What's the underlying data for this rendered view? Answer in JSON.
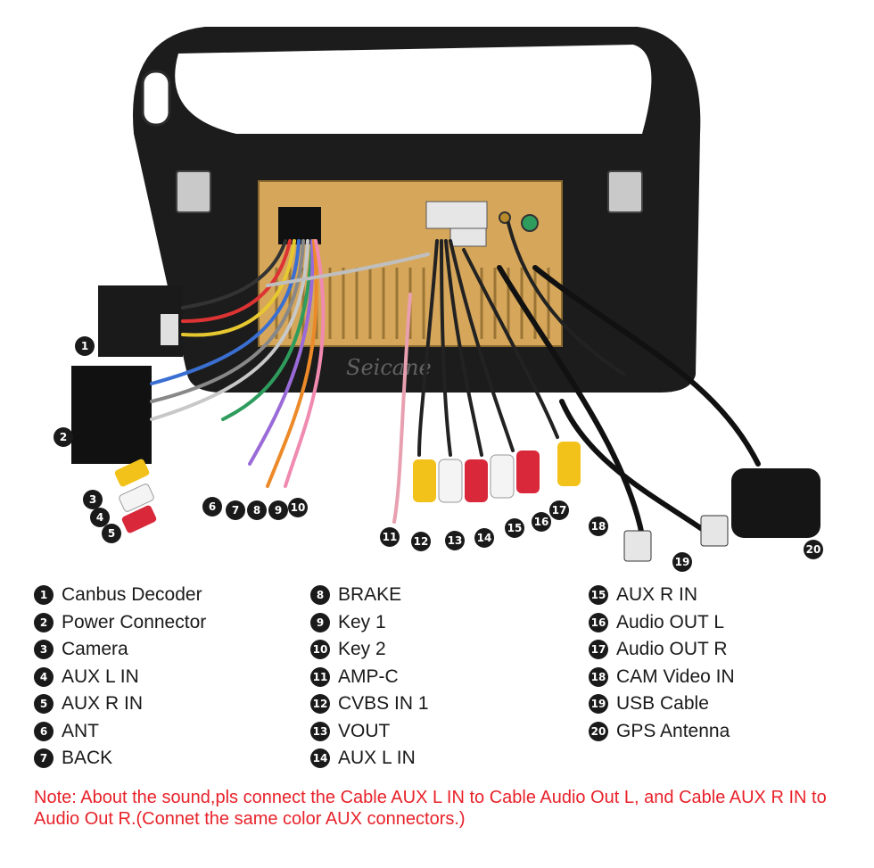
{
  "image": {
    "watermark": "Seicane",
    "callout_numbers": [
      "1",
      "2",
      "3",
      "4",
      "5",
      "6",
      "7",
      "8",
      "9",
      "10",
      "11",
      "12",
      "13",
      "14",
      "15",
      "16",
      "17",
      "18",
      "19",
      "20"
    ]
  },
  "legend": {
    "columns": [
      [
        {
          "num": "1",
          "label": "Canbus Decoder"
        },
        {
          "num": "2",
          "label": "Power Connector"
        },
        {
          "num": "3",
          "label": "Camera"
        },
        {
          "num": "4",
          "label": "AUX L IN"
        },
        {
          "num": "5",
          "label": "AUX R IN"
        },
        {
          "num": "6",
          "label": "ANT"
        },
        {
          "num": "7",
          "label": "BACK"
        }
      ],
      [
        {
          "num": "8",
          "label": "BRAKE"
        },
        {
          "num": "9",
          "label": "Key 1"
        },
        {
          "num": "10",
          "label": "Key 2"
        },
        {
          "num": "11",
          "label": "AMP-C"
        },
        {
          "num": "12",
          "label": "CVBS IN 1"
        },
        {
          "num": "13",
          "label": "VOUT"
        },
        {
          "num": "14",
          "label": "AUX L IN"
        }
      ],
      [
        {
          "num": "15",
          "label": "AUX R IN"
        },
        {
          "num": "16",
          "label": "Audio OUT L"
        },
        {
          "num": "17",
          "label": "Audio OUT R"
        },
        {
          "num": "18",
          "label": "CAM Video IN"
        },
        {
          "num": "19",
          "label": "USB Cable"
        },
        {
          "num": "20",
          "label": "GPS Antenna"
        }
      ]
    ]
  },
  "note": "Note: About the sound,pls connect the Cable AUX L IN to Cable Audio Out L, and Cable AUX R IN to  Audio Out R.(Connet the same color AUX connectors.)",
  "colors": {
    "note_red": "#e8222a",
    "bezel": "#1c1c1c",
    "board": "#d6a65a",
    "rca_yellow": "#f2c21b",
    "rca_red": "#d8283a",
    "rca_white": "#f4f4f4"
  }
}
